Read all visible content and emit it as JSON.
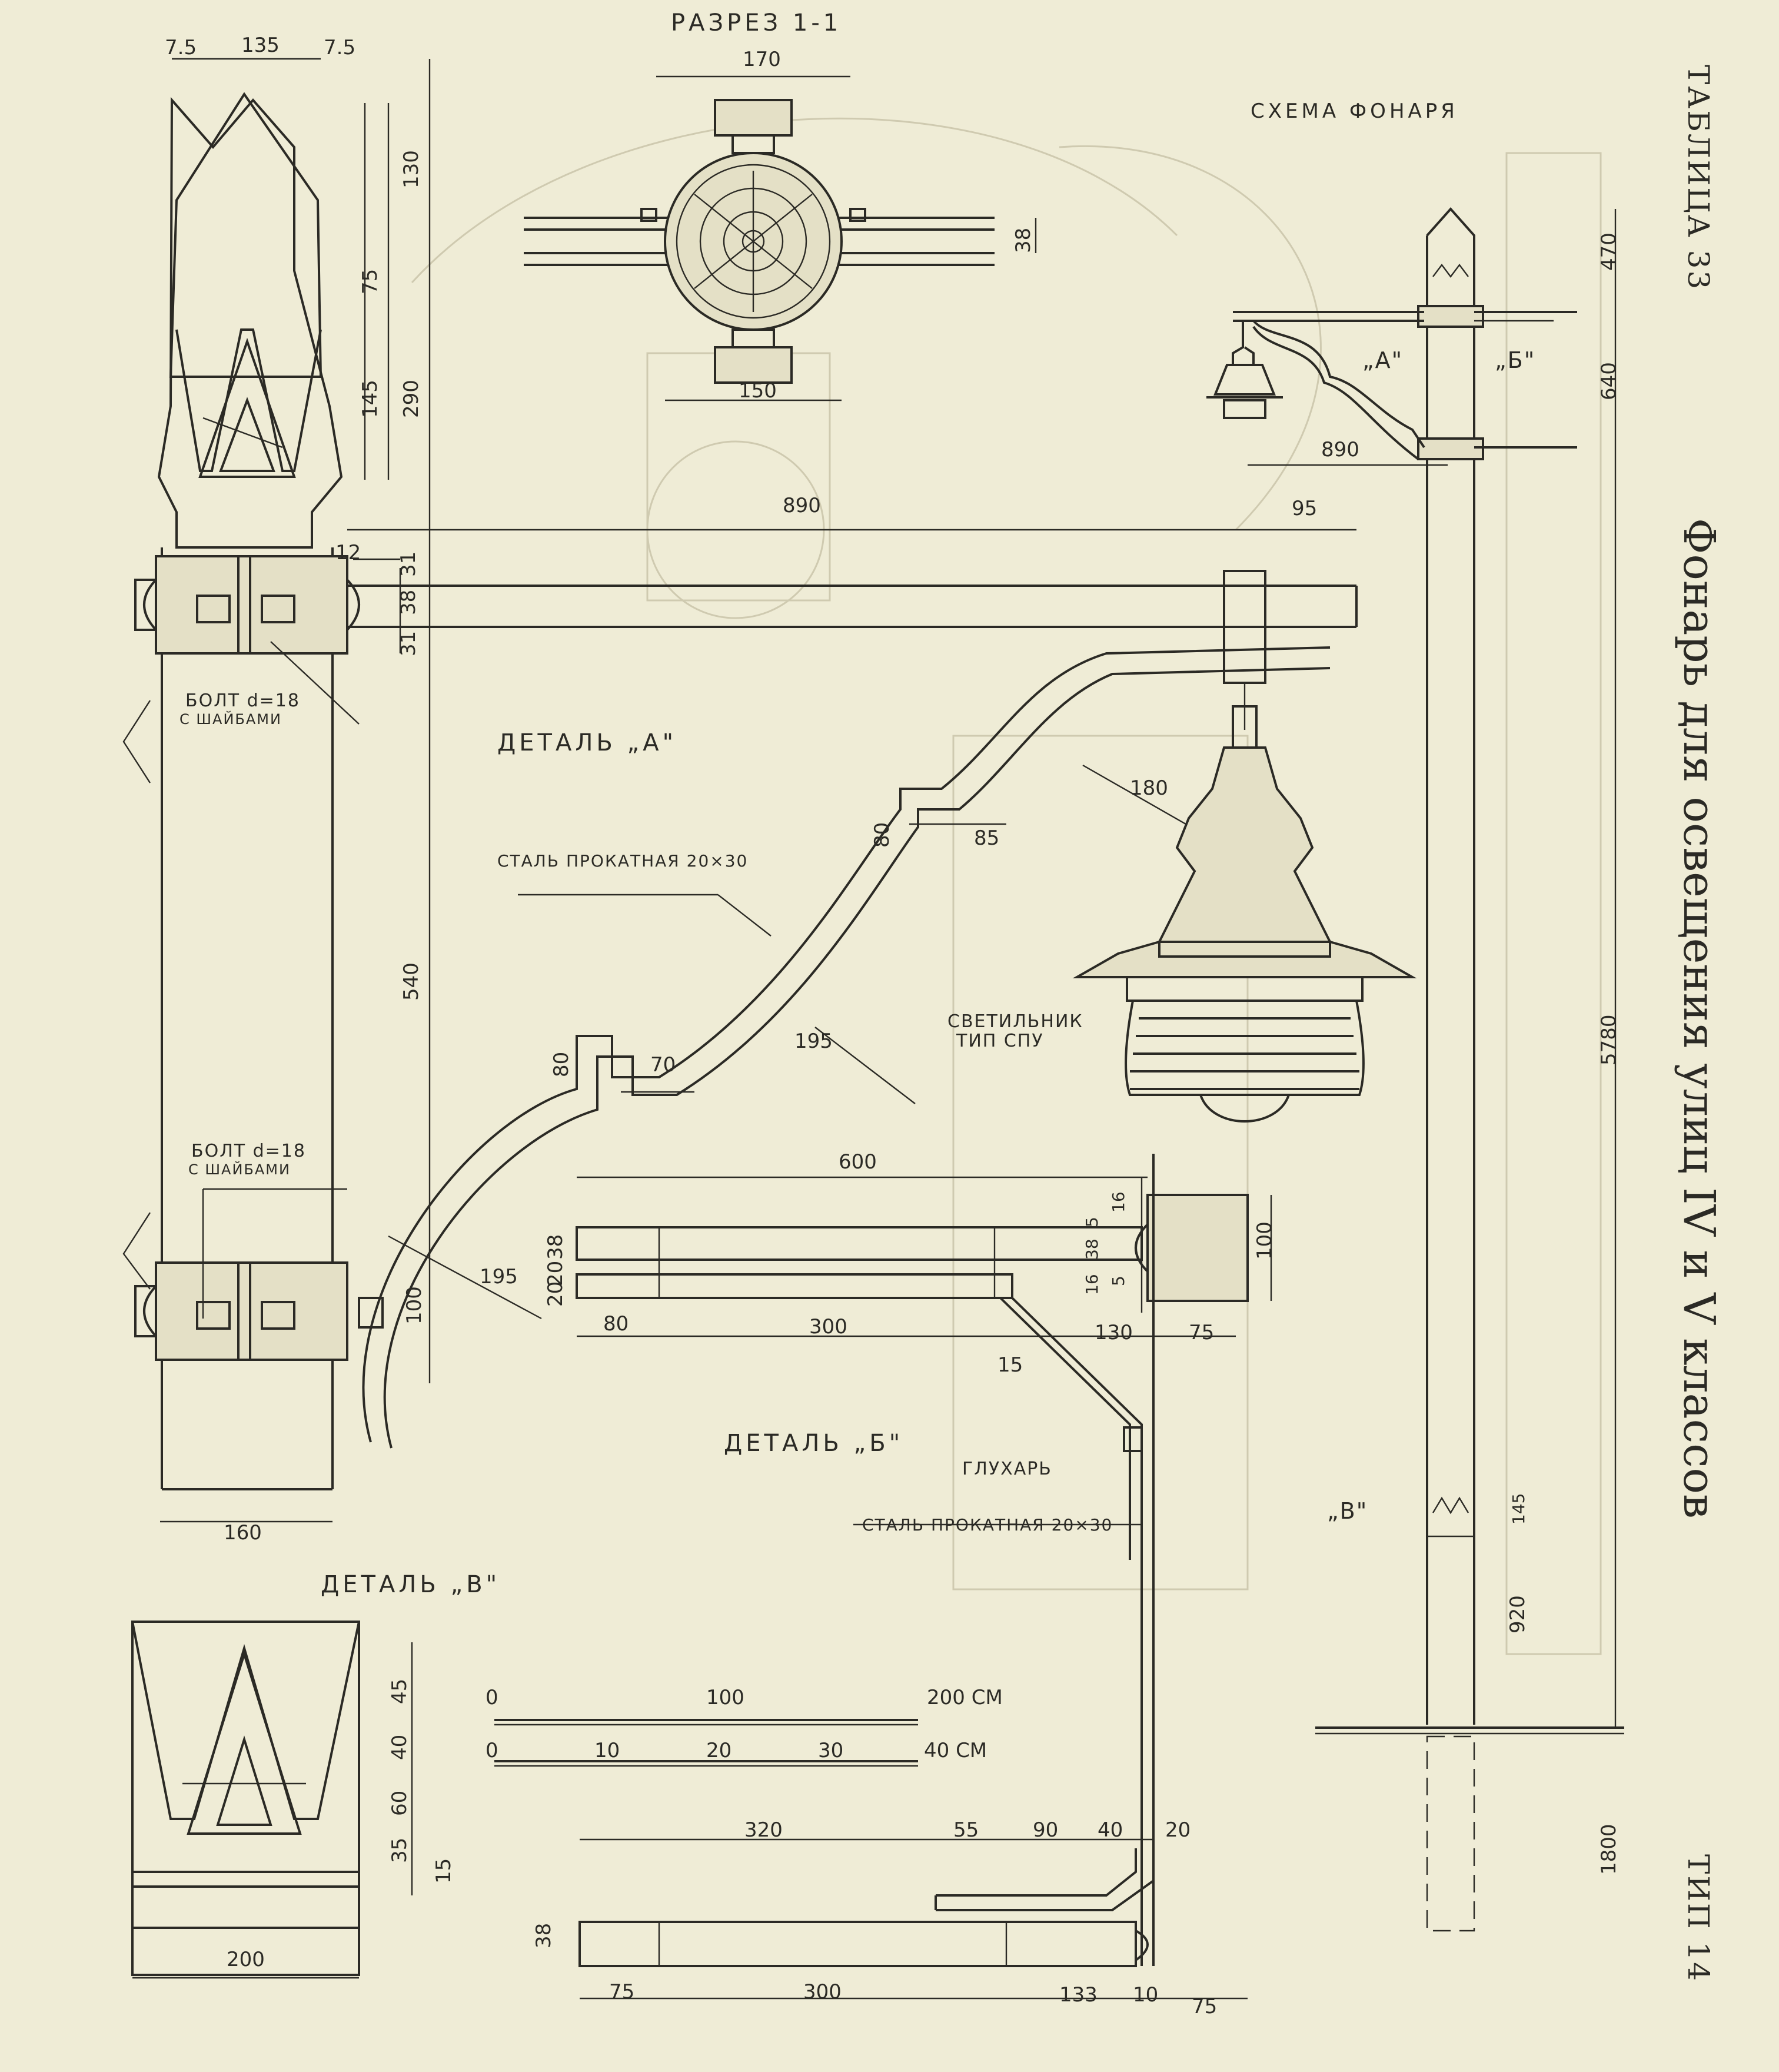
{
  "sheet": {
    "table_label": "ТАБЛИЦА 33",
    "title": "Фонарь для освещения улиц IV и V классов",
    "type_label": "ТИП 14"
  },
  "labels": {
    "section": "РАЗРЕЗ 1-1",
    "scheme": "СХЕМА ФОНАРЯ",
    "detail_a": "ДЕТАЛЬ „А\"",
    "detail_b": "ДЕТАЛЬ „Б\"",
    "detail_v": "ДЕТАЛЬ „В\"",
    "scheme_a": "„А\"",
    "scheme_b": "„Б\"",
    "scheme_v": "„В\"",
    "bolt_1a": "БОЛТ d=18",
    "bolt_1b": "С ШАЙБАМИ",
    "bolt_2a": "БОЛТ d=18",
    "bolt_2b": "С ШАЙБАМИ",
    "steel_1": "СТАЛЬ ПРОКАТНАЯ 20×30",
    "steel_2": "СТАЛЬ ПРОКАТНАЯ 20×30",
    "lamp_1": "СВЕТИЛЬНИК",
    "lamp_2": "ТИП СПУ",
    "blind": "ГЛУХАРЬ"
  },
  "dims": {
    "top_w1": "7.5",
    "top_w2": "135",
    "top_w3": "7.5",
    "h130": "130",
    "h75": "75",
    "h145": "145",
    "h290": "290",
    "h12": "12",
    "h31a": "31",
    "h38": "38",
    "h31b": "31",
    "h540": "540",
    "h100": "100",
    "w160": "160",
    "w890a": "890",
    "w95": "95",
    "r180": "180",
    "w85": "85",
    "h80a": "80",
    "r195a": "195",
    "h80b": "80",
    "w70": "70",
    "r195b": "195",
    "s170": "170",
    "s38": "38",
    "s150": "150",
    "b600": "600",
    "b38": "38",
    "b20a": "20",
    "b20b": "20",
    "b80": "80",
    "b300": "300",
    "b15": "15",
    "b130": "130",
    "b75": "75",
    "b16a": "16",
    "b5a": "5",
    "b38r": "38",
    "b5b": "5",
    "b16b": "16",
    "b100": "100",
    "s470": "470",
    "s640": "640",
    "s890": "890",
    "s5780": "5780",
    "s145": "145",
    "s920": "920",
    "s1800": "1800",
    "v45": "45",
    "v40": "40",
    "v60": "60",
    "v35": "35",
    "v15": "15",
    "v200": "200",
    "c320": "320",
    "c55": "55",
    "c90": "90",
    "c40": "40",
    "c20": "20",
    "c38": "38",
    "c75": "75",
    "c300": "300",
    "c133": "133",
    "c10": "10",
    "c75b": "75"
  },
  "scale_bars": {
    "upper": [
      "0",
      "100",
      "200 СМ"
    ],
    "lower": [
      "0",
      "10",
      "20",
      "30",
      "40 СМ"
    ]
  }
}
